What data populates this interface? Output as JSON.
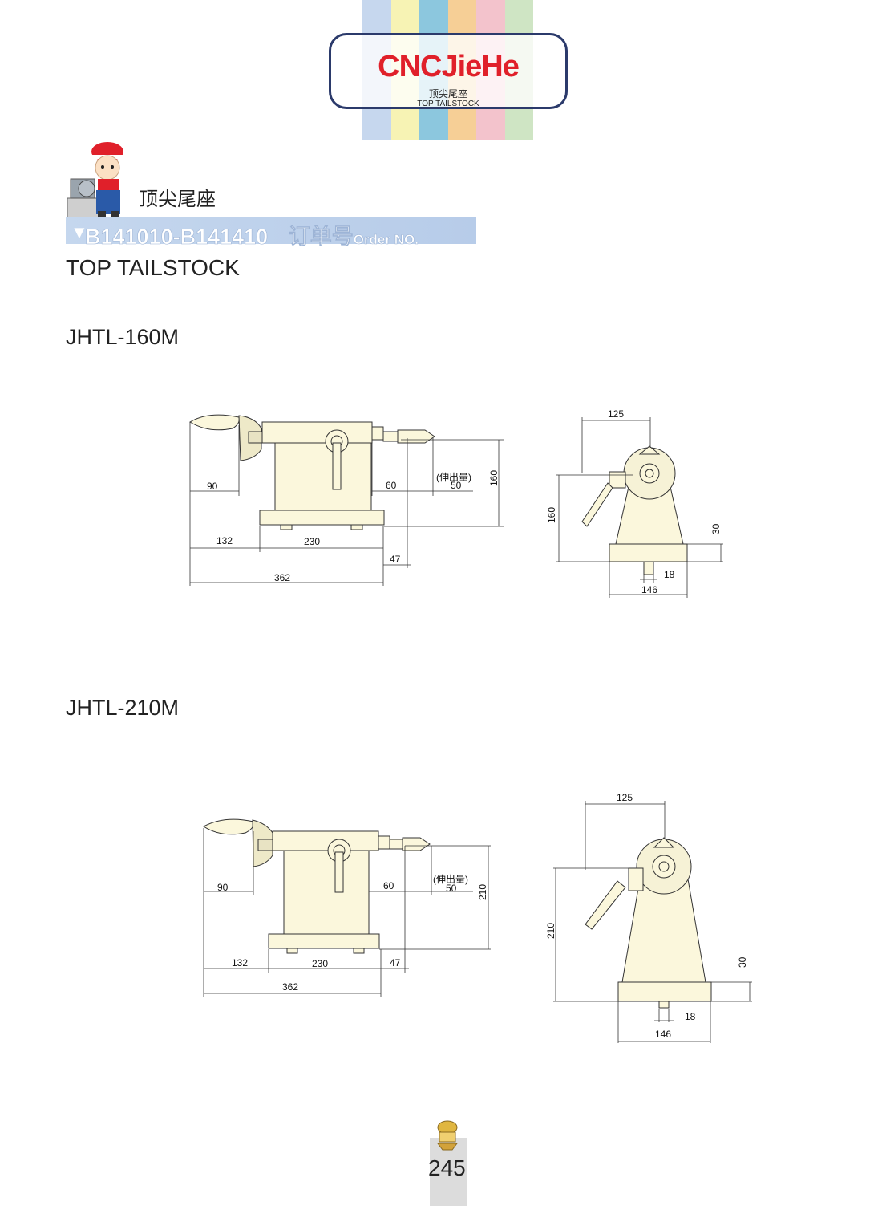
{
  "header": {
    "stripe_colors": [
      "#c6d7ee",
      "#f7f3b4",
      "#8cc7de",
      "#f6cf96",
      "#f3c3cc",
      "#cfe5c4"
    ],
    "logo": "CNCJieHe",
    "logo_sub_cn": "顶尖尾座",
    "logo_sub_en": "TOP  TAILSTOCK"
  },
  "section": {
    "title_cn": "顶尖尾座",
    "order_range": "B141010-B141410",
    "order_label_cn": "订单号",
    "order_label_en": "Order NO.",
    "title_en": "TOP TAILSTOCK"
  },
  "models": [
    {
      "name": "JHTL-160M",
      "side": {
        "d90": "90",
        "d60": "60",
        "d50": "50",
        "stroke": "(伸出量)",
        "d160": "160",
        "d132": "132",
        "d230": "230",
        "d47": "47",
        "d362": "362"
      },
      "front": {
        "d125": "125",
        "d160": "160",
        "d30": "30",
        "d18": "18",
        "d146": "146"
      }
    },
    {
      "name": "JHTL-210M",
      "side": {
        "d90": "90",
        "d60": "60",
        "d50": "50",
        "stroke": "(伸出量)",
        "d210": "210",
        "d132": "132",
        "d230": "230",
        "d47": "47",
        "d362": "362"
      },
      "front": {
        "d125": "125",
        "d210": "210",
        "d30": "30",
        "d18": "18",
        "d146": "146"
      }
    }
  ],
  "page_number": "245",
  "colors": {
    "body": "#fbf7dc",
    "line": "#333333",
    "accent": "#e0202a"
  }
}
